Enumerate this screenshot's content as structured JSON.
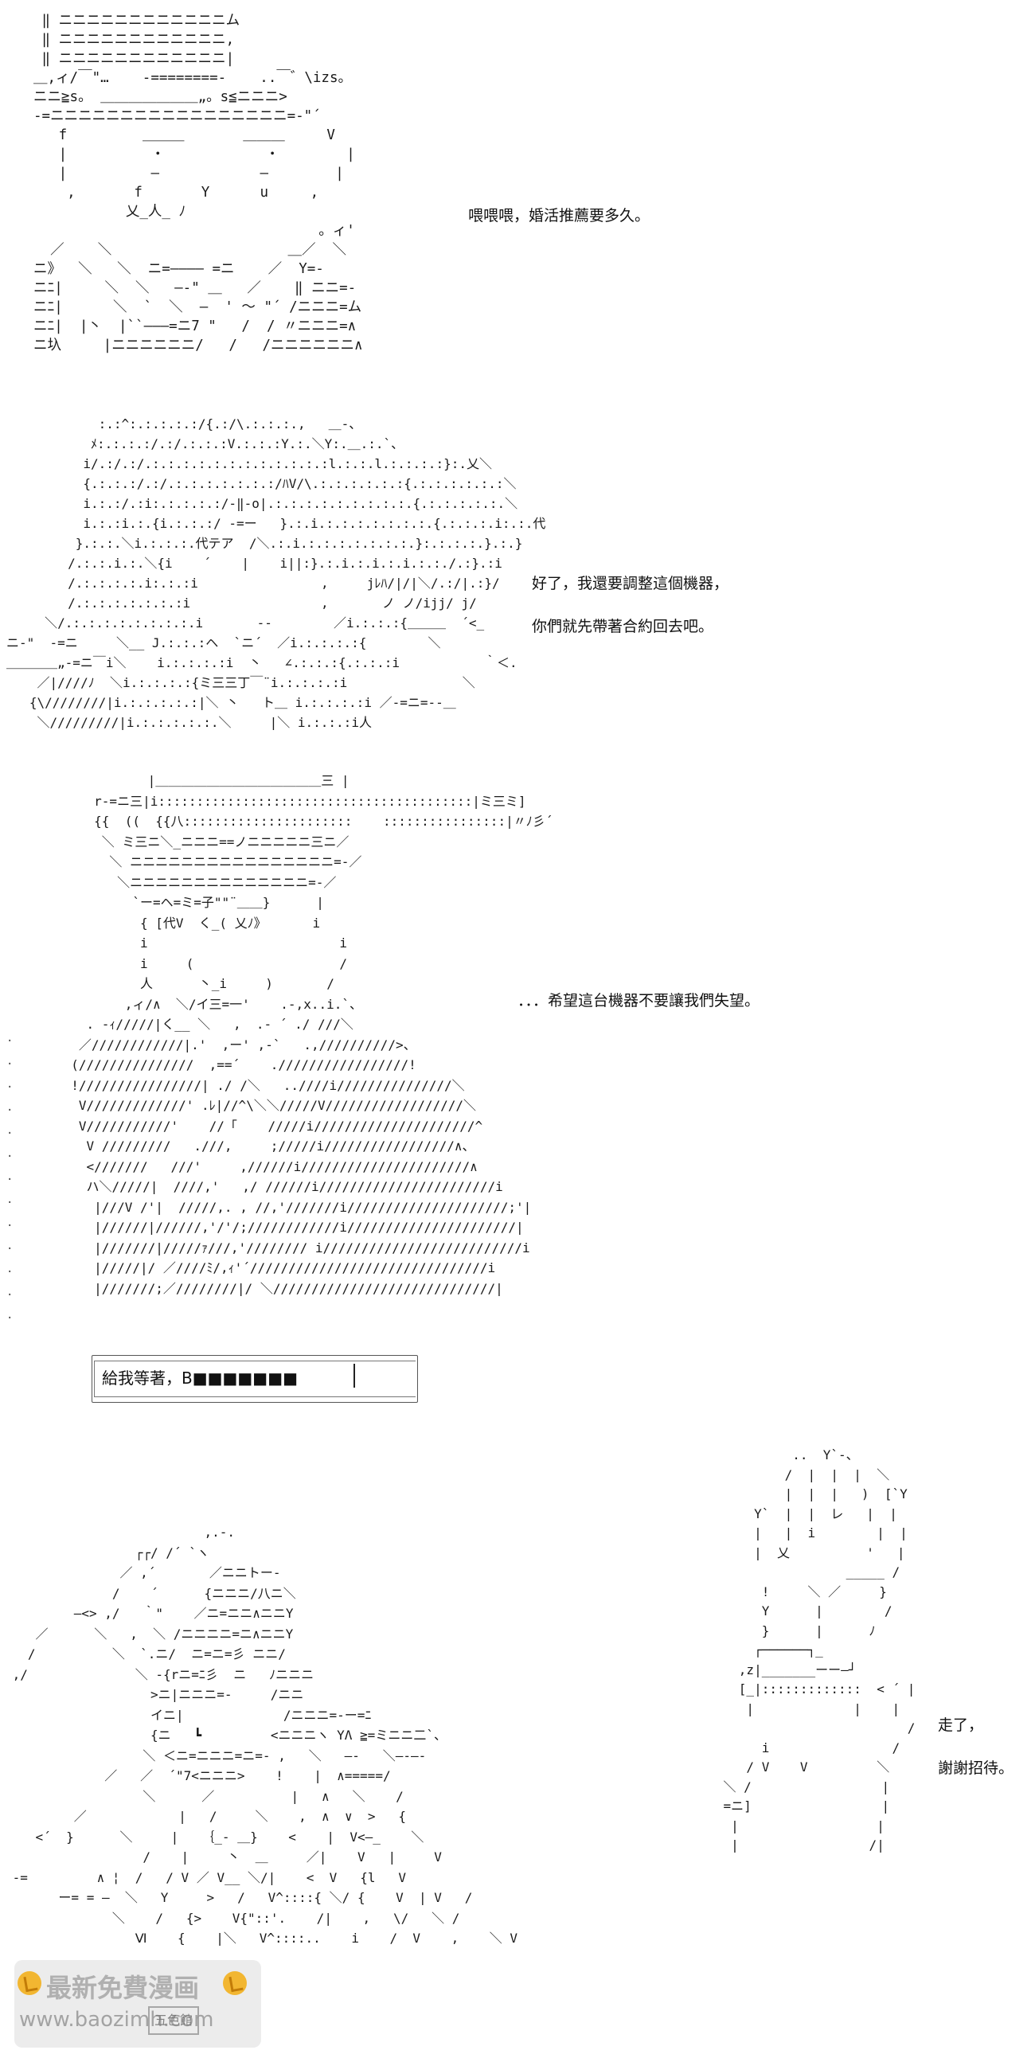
{
  "panels": [
    {
      "id": "panel1",
      "art": " ‖ ニニニニニニニニニニニニム\n ‖ ニニニニニニニニニニニニ,\n ‖ ニニニニニニニニニニニニ|\n＿,ィ/￣\"…    -========-    ..￣゛\\izs。\nニニ≧s。 ＿＿＿＿＿＿＿„。s≦ニニニ>\n-=ニニニニニニニニニニニニニニニニニ=-\"´\n   f         ＿＿＿       ＿＿＿     V\n   |          ・            ・        |\n   |          ―            ―        |\n    ,       f       Y      u     ,\n           乂_人_ ﾉ\n                                  。ィ'\n  ／    ＼                     ＿／  ＼\nニ》  ＼   ＼  ニ=―――― =ニ    ／  Y=-\nニﾆ|     ＼  ＼   ―‐\" ＿   ／    ‖ ニニ=-\nニﾆ|      ＼  `  ＼  ―  ' ～ \"´ /ニニニ=ム\nニﾆ|  |丶  |``―――=ニ7 \"   /  / 〃ニニニ=∧\nニ圦     |ニニニニニニ/   /   /ニニニニニニ∧",
      "dialog": [
        "喂喂喂，婚活推薦要多久。"
      ]
    },
    {
      "id": "panel2",
      "art": "            :.:^:.:.:.:.:/{.:/\\.:.:.:.,   ＿-、\n           ﾒ:.:.:.:/.:/.:.:.:V.:.:.:Y.:.＼Y:.＿.:.`、\n          i/.:/.:/.:.:.:.:.:.:.:.:.:.:.:.:l.:.:.l.:.:.:.:}:.乂＼\n          {.:.:.:/.:/.:.:.:.:.:.:.:/ﾊV/\\.:.:.:.:.:.:{.:.:.:.:.:.:＼\n          i.:.:/.:i:.:.:.:.:/-‖-o|.:.:.:.:.:.:.:.:.:.{.:.:.:.:.:.＼\n          i.:.:i.:.{i.:.:.:/ -=ー   }.:.i.:.:.:.:.:.:.:.{.:.:.:.i:.:.代\n         }.:.:.＼i.:.:.:.代テア  /＼.:.i.:.:.:.:.:.:.:.}:.:.:.:.}.:.}\n        /.:.:.i.:.＼{i    ´    |    i||:}.:.i.:.i.:.i.:.:./.:}.:i\n        /.:.:.:.:.i:.:.:i                ,     jﾚﾊ/|/|＼/.:/|.:}/\n        /.:.:.:.:.:.:.:i                 ,       ノ ノ/ijj/ j/\n     ＼/.:.:.:.:.:.:.:.:.i       ‐-        ／i.:.:.:{＿＿＿  ´<_\nニ-\"  -=ニ     ＼__ J.:.:.:ヘ  `ニ´  ／i.:.:.:.:{        ＼\n＿＿＿＿„-=ニ￣i＼    i.:.:.:.:i  丶   ∠.:.:.:{.:.:.:i           ｀＜.\n    ／|////ﾉ  ＼i.:.:.:.:{ミ三三丁￣¨i.:.:.:.:i               ＼\n   {\\////////|i.:.:.:.:.:|＼ 丶   ト＿ i.:.:.:.:i ／-=ニ=--＿\n    ＼/////////|i.:.:.:.:.:.＼     |＼ i.:.:.:i人",
      "dialog": [
        "好了，我還要調整這個機器，",
        "你們就先帶著合約回去吧。"
      ]
    },
    {
      "id": "panel3",
      "art": "            |＿＿＿＿＿＿＿＿＿＿＿＿＿三 |\n     r-=ニ三|i:::::::::::::::::::::::::::::::::::::::::|ミ三ミ]\n     {{  ((  {{八::::::::::::::::::::::    ::::::::::::::::|〃ﾉ彡´\n      ＼ ミ三ニ＼_ニニニ==ノニニニニニ三ニ／\n       ＼ ニニニニニニニニニニニニニニニニ=-／\n        ＼ニニニニニニニニニニニニニニ=-／\n          `ー=ヘ=ミ=子\"\"¨＿＿}      |\n           { [代V  く_( 乂ﾉ》      i\n           i                         i\n           i     (                   /\n           人      丶_i     )       /\n         ,ィ/∧  ＼/イ三=一'    .-,x..i.`、\n    . -ｨ/////|く__ ＼   ,  .- ´ ./ ///＼\n   ／////////////|.'  ,ー' ,-`   .,//////////>、\n  (///////////////  ,==´    ./////////////////!\n  !////////////////| ./ /＼   ..////i///////////////＼\n   V/////////////' .ﾚ|//^\\＼＼/////V//////////////////＼\n   V///////////'    //「    /////i/////////////////////^\n    V /////////   .///,     ;/////i/////////////////∧、\n    <///////   ///'     ,//////i//////////////////////∧\n    ハ＼/////|  ////,'   ,/ //////i///////////////////////i\n     |///V /'|  /////,. , //,'///////i/////////////////////;'|\n     |//////|//////,'/'/;////////////i//////////////////////|\n     |///////|/////ｧ///,'//////// i//////////////////////////i\n     |/////|/ ／////ﾐ/,ｨ'´///////////////////////////////i\n     |///////;／////////|/ ＼/////////////////////////////|",
      "dialog": [
        "．．．希望這台機器不要讓我們失望。"
      ],
      "margin_dots": "·\n·\n·\n·\n·\n·\n·\n·\n·\n·\n·\n·\n·"
    },
    {
      "id": "textbox",
      "text": "給我等著，B■■■■■■■"
    },
    {
      "id": "panel4",
      "art_left": "                          ,.-.\n                 ┌┌/ /´ `ヽ\n               ／ ,´       ／ニニトー-\n              /    ´      {ニニニ/八ニ＼\n         ―<> ,/   ｀\"    ／ニ=ニニ∧ニニY\n    ／      ＼   ,  ＼ /ニニニニ=ニ∧ニニY\n   /          ＼  `.ニ/  ニ=ニ=彡 ニニ/ \n ,/              ＼ ‐{rニ=ﾆ彡  ニ   ﾉニニニ\n                   >ニ|ニニニ=-     /ニニ\n                   イニ|             /ニニニ=-ー=ﾆ\n                   {ニ   ┗         <ニニニヽ YΛ ≧=ミニニ二`、\n                  ＼ ＜ニ=ニニニ=ニ=- ,   ＼   ―‐   ＼―‐―‐\n             ／   ／  ´\"7<ニニニ>    !    |  ∧=====/\n                  ＼      ／          |   ∧   ＼    /\n         ／            |   /     ＼    ,  ∧  ∨  >   {\n    <´  }      ＼     |   ｛_- ＿}    <    |  V<―_    ＼\n                  /    |     丶  ＿     ／|    V   |     V\n -=         ∧ ¦  /   / V ／ V__ ＼/|    <  V   {l   V\n       ー= = ―  ＼   Y     >   /   V^::::{ ＼/ {    V  | V   /\n              ＼    /   {>    V{\"::'.    /|    ,   \\/   ＼ /\n                 Ⅵ    {    |＼   V^::::..    i    /  V    ,    ＼ V",
      "art_right": "             ..  Y`-、\n            /  |  |  |  ＼\n            |  |  |   )  [`Y\n        Y`  |  |  レ   |  |\n        |   |  i        |  |\n        |  乂          '   |\n                    _____ /\n         !     ＼ ／     }\n         Y      |        /\n         }      |      ﾉ\n        ┌──────┐_\n      ,z|_______ーー―┘\n      [_|:::::::::::::  < ´ |\n       |             |    |\n                            /\n         i                /\n       / V    V         ＼\n    ＼ /                 |\n    =ニ]                 |\n     |                  |\n     |                 /|",
      "dialog": [
        "走了，",
        "謝謝招待。"
      ]
    }
  ],
  "watermark": {
    "title": "最新免費漫画",
    "url": "www.baozimh.com",
    "stamp": "五色館"
  }
}
